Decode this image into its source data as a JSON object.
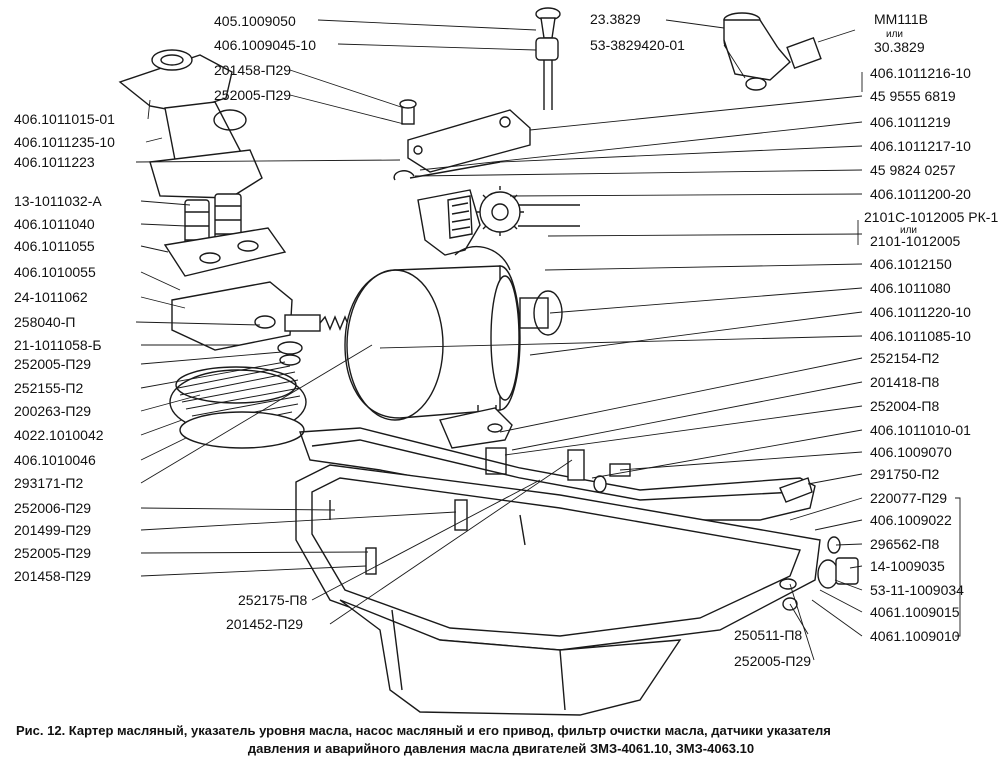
{
  "labels_left": [
    "406.1011015-01",
    "406.1011235-10",
    "406.1011223",
    "13-1011032-А",
    "406.1011040",
    "406.1011055",
    "406.1010055",
    "24-1011062",
    "258040-П",
    "21-1011058-Б",
    "252005-П29",
    "252155-П2",
    "200263-П29",
    "4022.1010042",
    "406.1010046",
    "293171-П2",
    "252006-П29",
    "201499-П29",
    "252005-П29",
    "201458-П29"
  ],
  "labels_top_center": [
    "405.1009050",
    "406.1009045-10",
    "201458-П29",
    "252005-П29"
  ],
  "labels_bottom_center": [
    "252175-П8",
    "201452-П29"
  ],
  "labels_sensor": [
    "23.3829",
    "53-3829420-01"
  ],
  "sensor_alt": {
    "top": "ММ111В",
    "word": "или",
    "bottom": "30.3829"
  },
  "labels_right": [
    "406.1011216-10",
    "45 9555 6819",
    "406.1011219",
    "406.1011217-10",
    "45 9824 0257",
    "406.1011200-20"
  ],
  "drive_alt": {
    "top": "2101С-1012005 РК-1",
    "word": "или",
    "bottom": "2101-1012005"
  },
  "labels_right_lower": [
    "406.1012150",
    "406.1011080",
    "406.1011220-10",
    "406.1011085-10",
    "252154-П2",
    "201418-П8",
    "252004-П8",
    "406.1011010-01",
    "406.1009070",
    "291750-П2",
    "220077-П29",
    "406.1009022",
    "296562-П8",
    "14-1009035",
    "53-11-1009034",
    "4061.1009015",
    "4061.1009010"
  ],
  "labels_bottom_right": [
    "250511-П8",
    "252005-П29"
  ],
  "caption": {
    "line1": "Рис. 12. Картер масляный, указатель уровня масла, насос масляный и его привод, фильтр очистки масла, датчики указателя",
    "line2": "давления и аварийного давления масла двигателей ЗМЗ-4061.10, ЗМЗ-4063.10"
  }
}
